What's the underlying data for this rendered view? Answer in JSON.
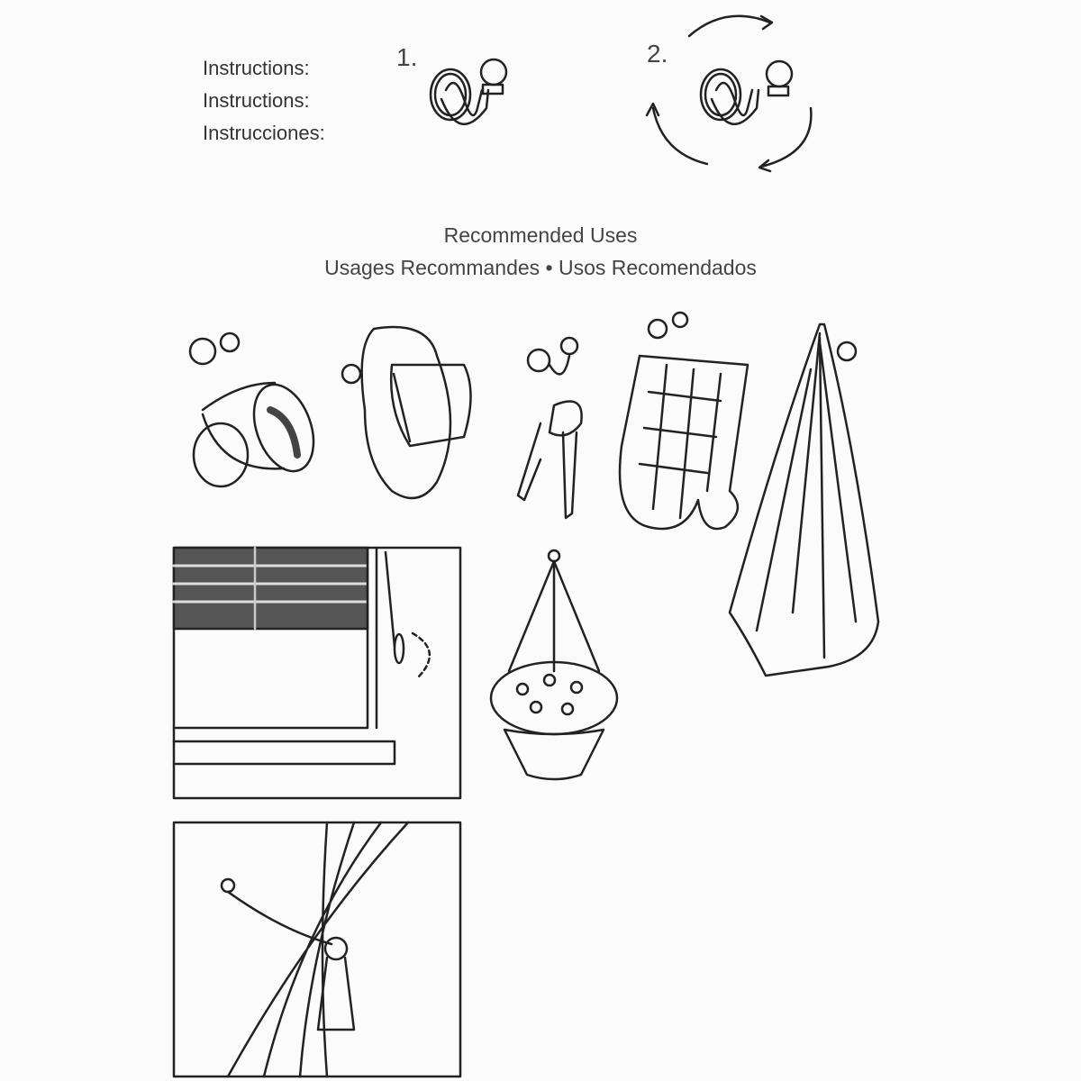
{
  "instructions": {
    "labels": [
      "Instructions:",
      "Instructions:",
      "Instrucciones:"
    ],
    "steps": [
      "1.",
      "2."
    ]
  },
  "recommended_uses": {
    "title": "Recommended Uses",
    "subtitle": "Usages Recommandes • Usos Recomendados"
  },
  "illustrations": [
    "hook-step-1",
    "hook-step-2-rotate",
    "cup-on-hook",
    "hat-on-hook",
    "keys-on-hook",
    "oven-mitt-on-hook",
    "towel-on-hook",
    "window-blind-cord-hook",
    "hanging-plant",
    "curtain-tieback"
  ]
}
